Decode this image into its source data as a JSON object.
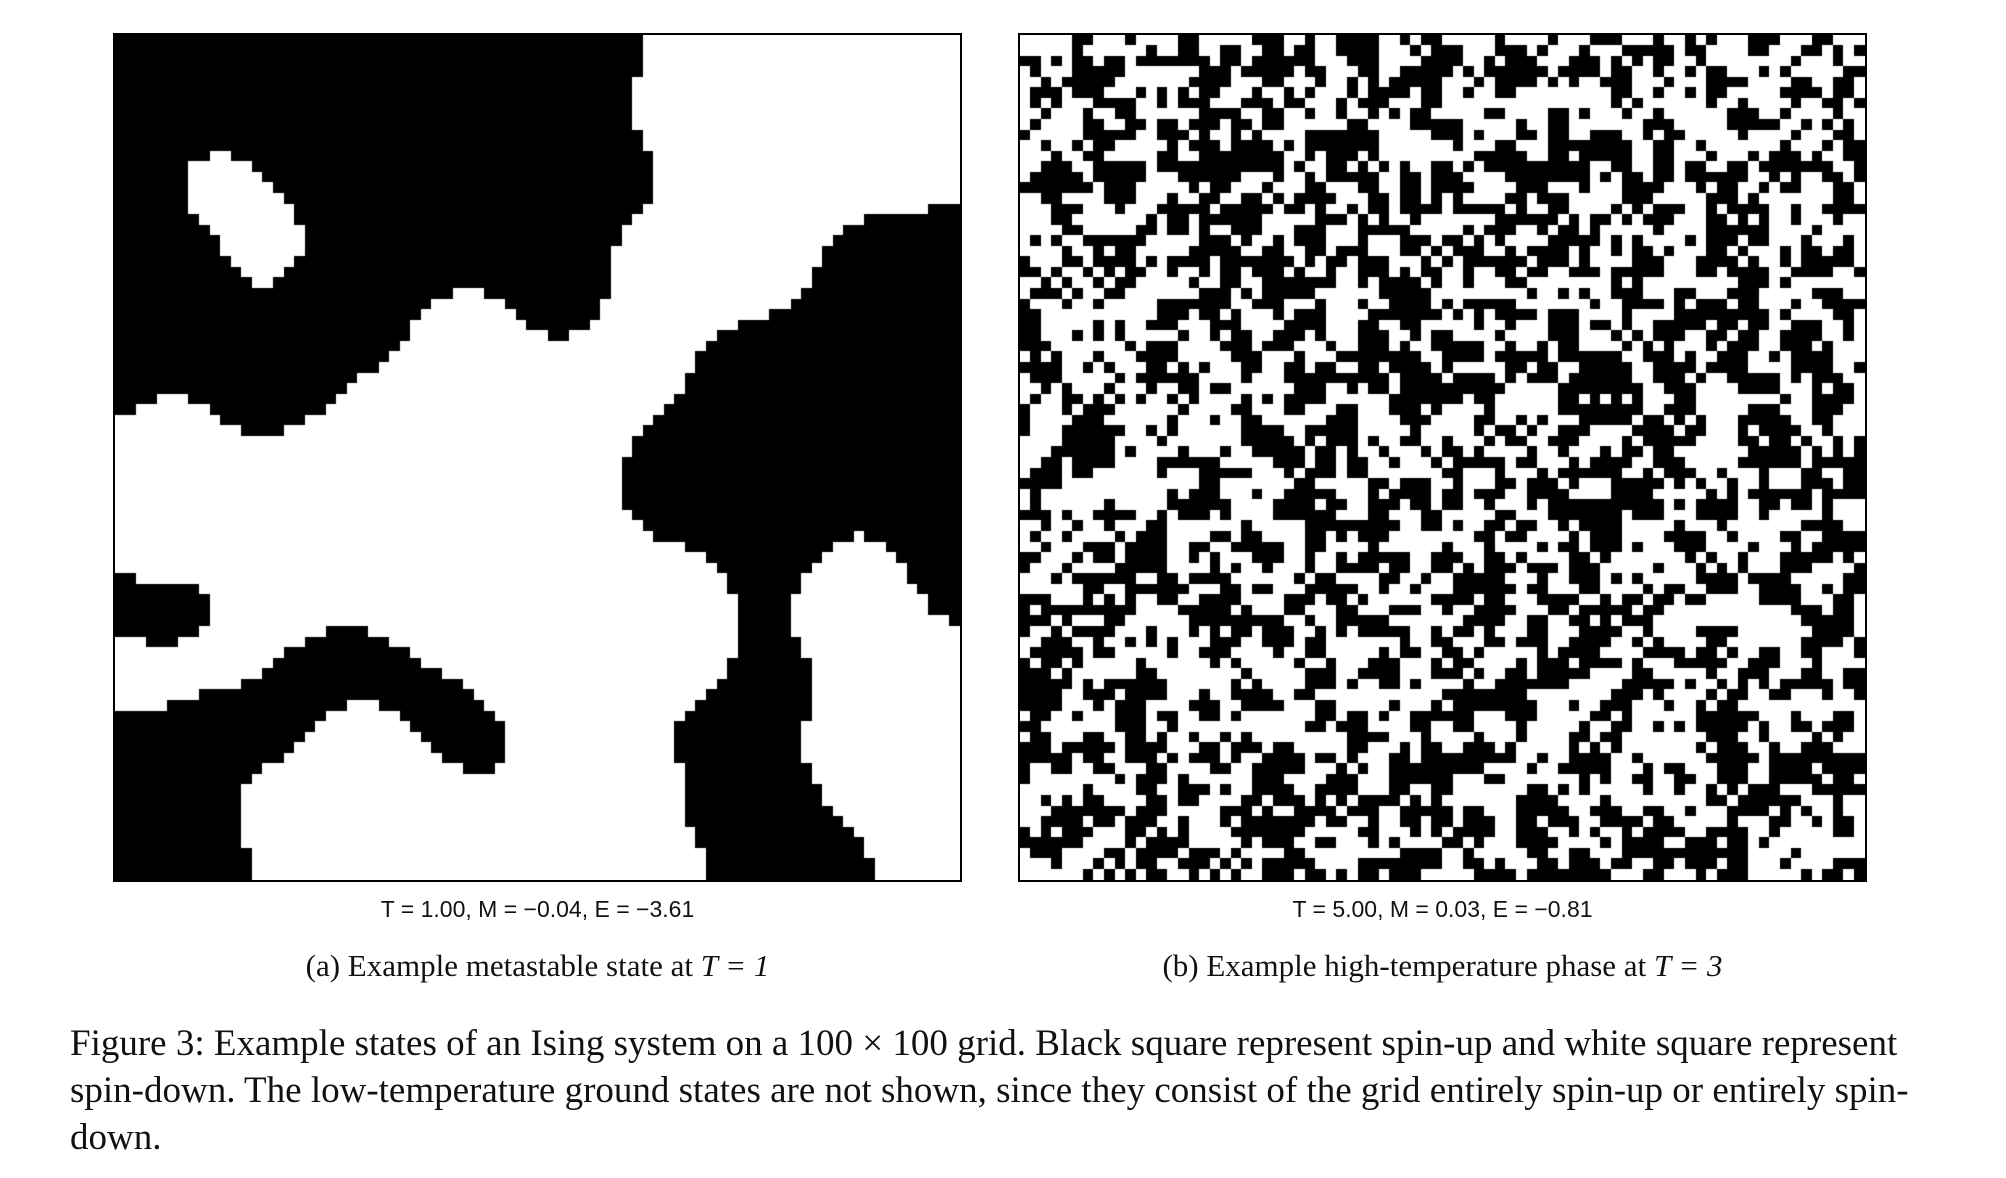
{
  "panels": [
    {
      "id": "a",
      "stats_label": "T = 1.00, M = −0.04, E = −3.61",
      "subcaption_prefix": "(a) Example metastable state at",
      "subcaption_math": "T = 1"
    },
    {
      "id": "b",
      "stats_label": "T = 5.00, M = 0.03, E = −0.81",
      "subcaption_prefix": "(b) Example high-temperature phase at",
      "subcaption_math": "T = 3"
    }
  ],
  "caption": "Figure 3: Example states of an Ising system on a 100 × 100 grid. Black square represent spin-up and white square represent spin-down. The low-temperature ground states are not shown, since they consist of the grid entirely spin-up or entirely spin-down.",
  "colors": {
    "spin_up": "#000000",
    "spin_down": "#ffffff"
  }
}
